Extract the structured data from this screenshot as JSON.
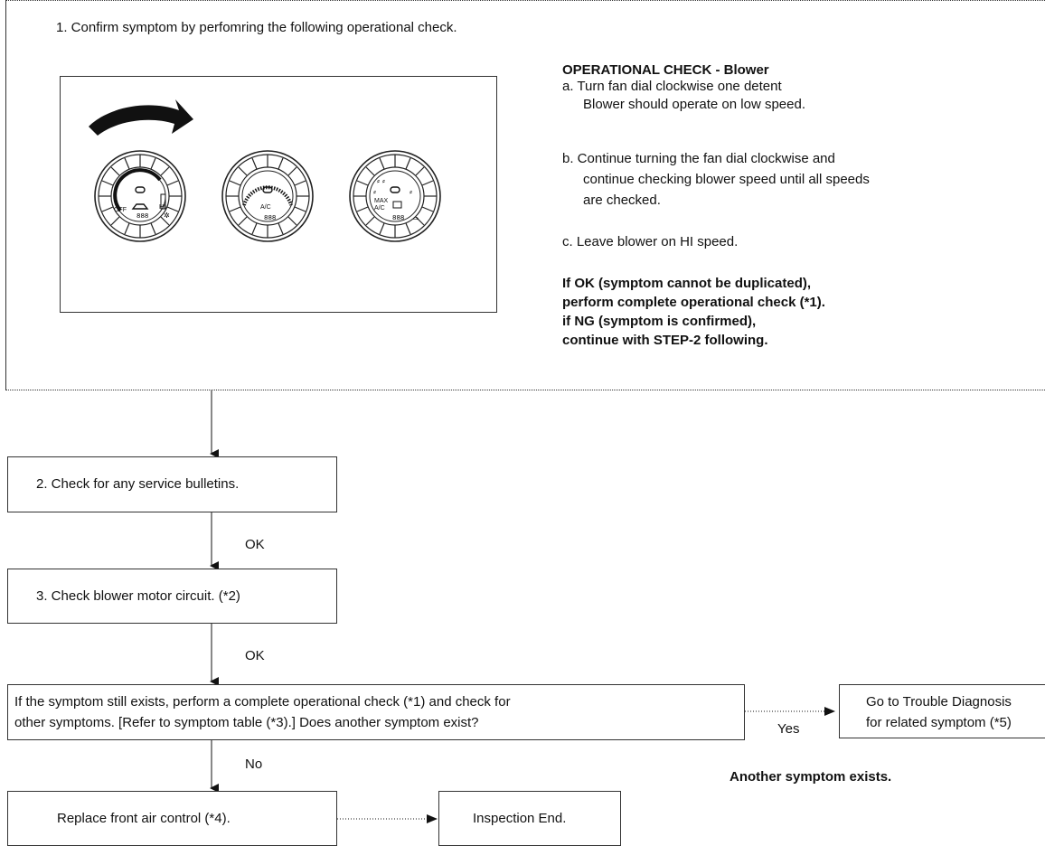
{
  "step1": {
    "label": "1.  Confirm symptom by perfomring the following operational check.",
    "dial_labels": {
      "dial1_off": "OFF",
      "dial1_hi": "HI",
      "dial2_ac": "A/C",
      "dial3_max": "MAX",
      "dial3_ac": "A/C"
    },
    "check": {
      "title": "OPERATIONAL CHECK - Blower",
      "a1": "a.  Turn fan dial clockwise one detent",
      "a2": "Blower should operate on low speed.",
      "b1": "b.  Continue turning the fan dial clockwise and",
      "b2": "continue checking blower speed until all speeds",
      "b3": "are checked.",
      "c1": "c.  Leave blower on HI speed.",
      "r1": "If OK (symptom cannot be duplicated),",
      "r2": "perform complete operational check (*1).",
      "r3": "if NG (symptom is confirmed),",
      "r4": "continue with STEP-2 following."
    }
  },
  "step2": {
    "label": "2.  Check for any service bulletins."
  },
  "ok1": "OK",
  "step3": {
    "label": "3.  Check blower motor circuit. (*2)"
  },
  "ok2": "OK",
  "step4": {
    "line1": "If the symptom still exists, perform a complete operational check (*1) and check for",
    "line2": "other symptoms.  [Refer to symptom table (*3).]  Does another symptom exist?"
  },
  "yes": "Yes",
  "no": "No",
  "trouble": {
    "line1": "Go to Trouble Diagnosis",
    "line2": "for related symptom (*5)"
  },
  "another": "Another symptom exists.",
  "replace": "Replace front air control (*4).",
  "end": "Inspection End."
}
